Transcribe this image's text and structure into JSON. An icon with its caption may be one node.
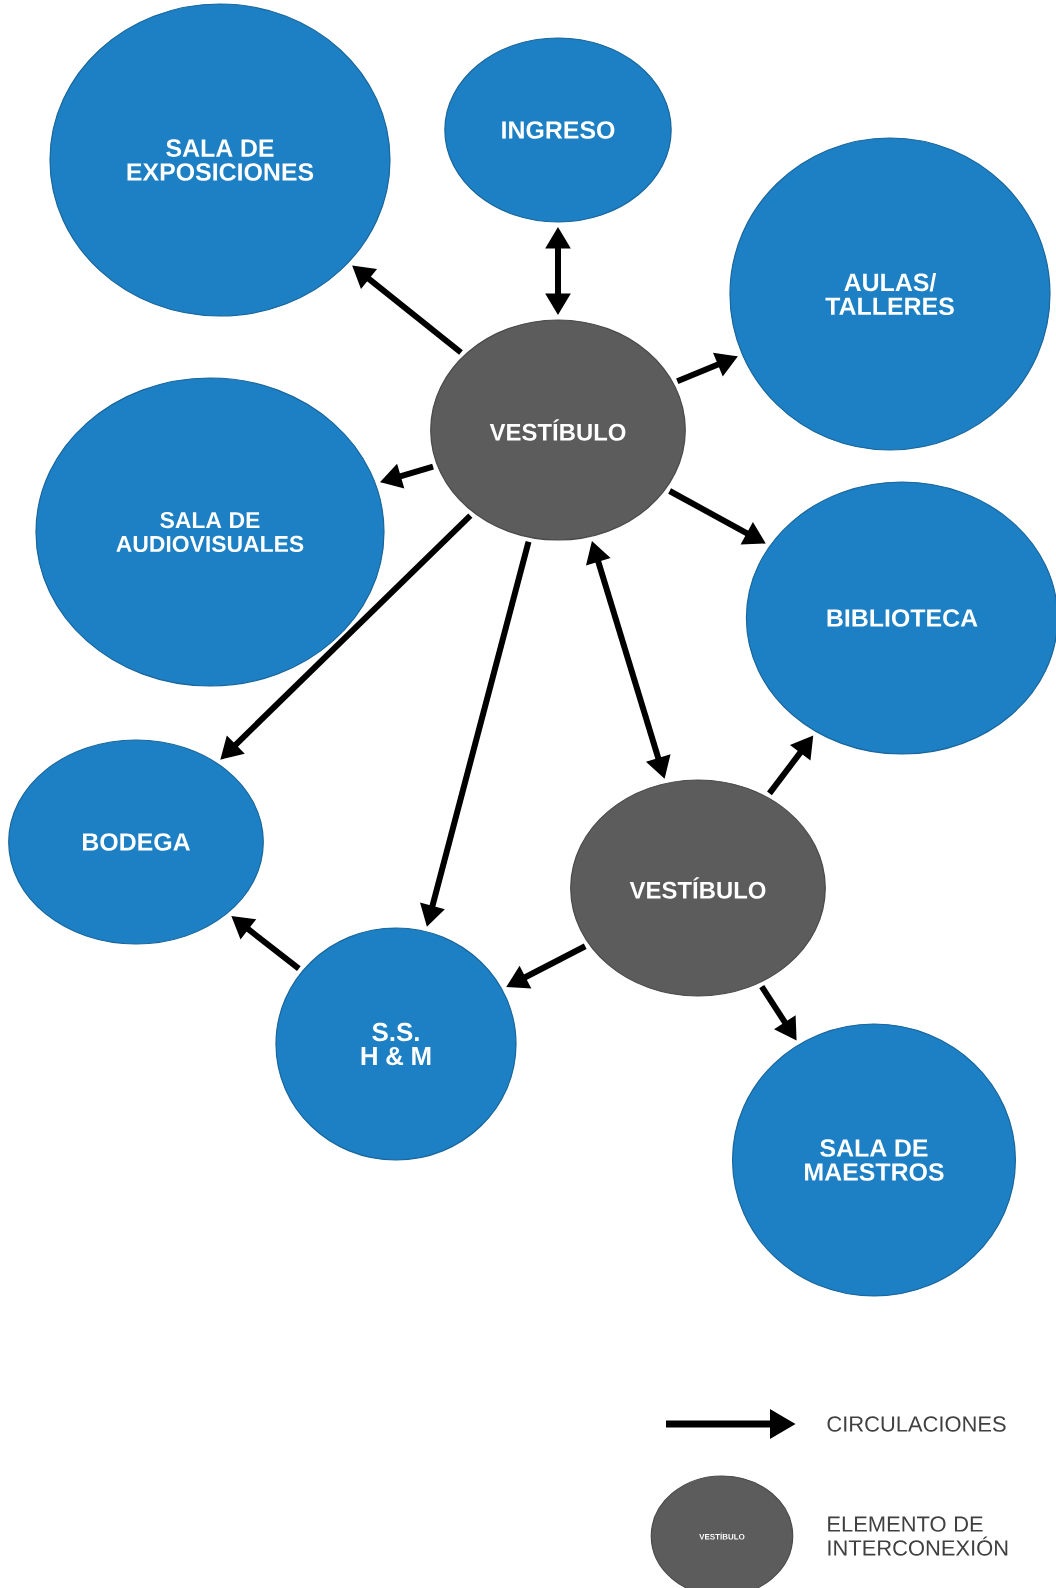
{
  "diagram": {
    "nodes": [
      {
        "text": [
          "SALA DE EXPOSICIONES"
        ]
      },
      {
        "text": [
          "INGRESO"
        ]
      },
      {
        "text": [
          "AULAS/ TALLERES"
        ]
      },
      {
        "text": [
          "VESTÍBULO"
        ]
      },
      {
        "text": [
          "SALA DE AUDIOVISUALES"
        ]
      },
      {
        "text": [
          "BIBLIOTECA"
        ]
      },
      {
        "text": [
          "BODEGA"
        ]
      },
      {
        "text": [
          "VESTÍBULO"
        ]
      },
      {
        "text": [
          "S.S. H & M"
        ]
      },
      {
        "text": [
          "SALA DE MAESTROS"
        ]
      },
      {
        "text": [
          "VESTÍBULO"
        ]
      }
    ],
    "edges": [
      {
        "from": 3,
        "to": 0,
        "arrow": "to"
      },
      {
        "from": 3,
        "to": 1,
        "arrow": "both"
      },
      {
        "from": 3,
        "to": 2,
        "arrow": "to"
      },
      {
        "from": 3,
        "to": 4,
        "arrow": "to"
      },
      {
        "from": 3,
        "to": 5,
        "arrow": "to"
      },
      {
        "from": 3,
        "to": 6,
        "arrow": "to"
      },
      {
        "from": 3,
        "to": 8,
        "arrow": "to"
      },
      {
        "from": 3,
        "to": 7,
        "arrow": "both"
      },
      {
        "from": 7,
        "to": 5,
        "arrow": "to"
      },
      {
        "from": 7,
        "to": 8,
        "arrow": "to"
      },
      {
        "from": 7,
        "to": 9,
        "arrow": "to"
      },
      {
        "from": 8,
        "to": 6,
        "arrow": "to"
      }
    ],
    "legend": [
      {
        "text": "CIRCULACIONES"
      },
      {
        "text": "ELEMENTO DE INTERCONEXIÓN"
      }
    ]
  }
}
